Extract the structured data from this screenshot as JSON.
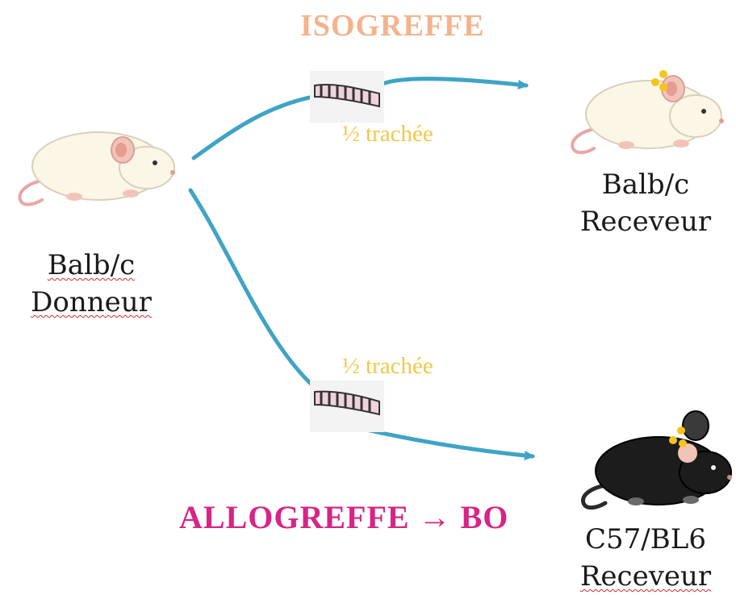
{
  "titles": {
    "isograft": "ISOGREFFE",
    "allograft": "ALLOGREFFE → BO"
  },
  "donor": {
    "strain": "Balb/c",
    "role": "Donneur"
  },
  "recipient_iso": {
    "strain": "Balb/c",
    "role": "Receveur"
  },
  "recipient_allo": {
    "strain": "C57/BL6",
    "role": "Receveur"
  },
  "graft": {
    "label_top": "½ trachée",
    "label_bottom": "½ trachée"
  },
  "colors": {
    "isograft_title": "#f3b38e",
    "allograft_title": "#d62586",
    "trachea_label": "#f0c84a",
    "arrow": "#3fa4c4",
    "white_mouse": "#fbf6e6",
    "black_mouse": "#1c1c1c",
    "graft_marker": "#f5c518"
  },
  "icons": [
    "white-mouse-icon",
    "black-mouse-icon",
    "trachea-icon",
    "arrow"
  ]
}
